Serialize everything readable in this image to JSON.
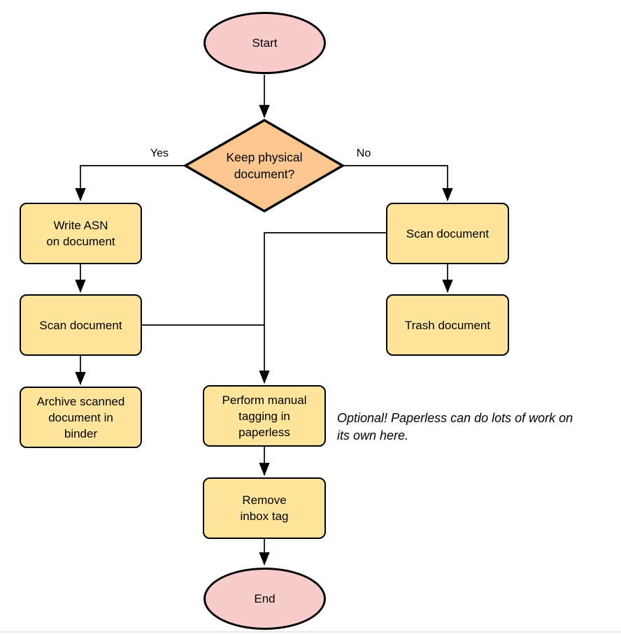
{
  "flowchart": {
    "nodes": {
      "start": "Start",
      "decision": "Keep physical\ndocument?",
      "write_asn": "Write ASN\non document",
      "scan_left": "Scan document",
      "archive": "Archive scanned\ndocument in\nbinder",
      "scan_right": "Scan document",
      "trash": "Trash document",
      "tagging": "Perform manual\ntagging in\npaperless",
      "remove_inbox": "Remove\ninbox tag",
      "end": "End"
    },
    "edge_labels": {
      "yes": "Yes",
      "no": "No"
    },
    "note": "Optional! Paperless can do lots of work on\nits own here.",
    "colors": {
      "terminator_fill": "#F8CCCB",
      "decision_fill": "#FBC690",
      "process_fill": "#FFE59B",
      "line": "#000000"
    }
  }
}
